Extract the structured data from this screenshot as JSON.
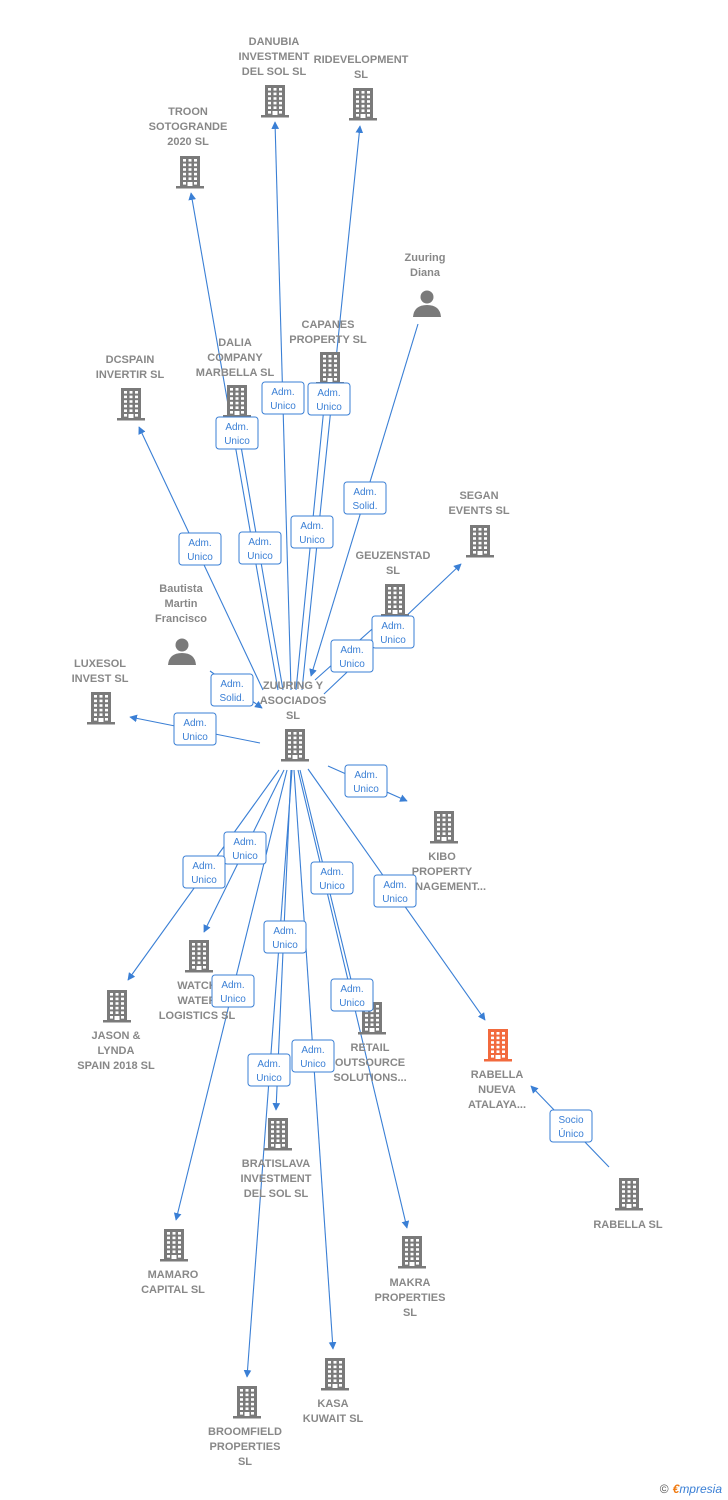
{
  "colors": {
    "edge": "#3a7fd5",
    "company": "#7a7a7a",
    "highlight": "#f26a3d",
    "person": "#7a7a7a",
    "label": "#888888"
  },
  "nodes": [
    {
      "id": "zuuring",
      "type": "company",
      "label": [
        "ZUURING Y",
        "ASOCIADOS",
        "SL"
      ],
      "icon": "building-icon"
    },
    {
      "id": "danubia",
      "type": "company",
      "label": [
        "DANUBIA",
        "INVESTMENT",
        "DEL SOL  SL"
      ],
      "icon": "building-icon"
    },
    {
      "id": "ridevelopment",
      "type": "company",
      "label": [
        "RIDEVELOPMENT",
        "SL"
      ],
      "icon": "building-icon"
    },
    {
      "id": "troon",
      "type": "company",
      "label": [
        "TROON",
        "SOTOGRANDE",
        "2020  SL"
      ],
      "icon": "building-icon"
    },
    {
      "id": "zuuring_diana",
      "type": "person",
      "label": [
        "Zuuring",
        "Diana"
      ],
      "icon": "person-icon"
    },
    {
      "id": "capanes",
      "type": "company",
      "label": [
        "CAPANES",
        "PROPERTY  SL"
      ],
      "icon": "building-icon"
    },
    {
      "id": "dalia",
      "type": "company",
      "label": [
        "DALIA",
        "COMPANY",
        "MARBELLA  SL"
      ],
      "icon": "building-icon"
    },
    {
      "id": "dcspain",
      "type": "company",
      "label": [
        "DCSPAIN",
        "INVERTIR  SL"
      ],
      "icon": "building-icon"
    },
    {
      "id": "segan",
      "type": "company",
      "label": [
        "SEGAN",
        "EVENTS  SL"
      ],
      "icon": "building-icon"
    },
    {
      "id": "geuzenstad",
      "type": "company",
      "label": [
        "GEUZENSTAD",
        "SL"
      ],
      "icon": "building-icon"
    },
    {
      "id": "bautista",
      "type": "person",
      "label": [
        "Bautista",
        "Martin",
        "Francisco"
      ],
      "icon": "person-icon"
    },
    {
      "id": "luxesol",
      "type": "company",
      "label": [
        "LUXESOL",
        "INVEST  SL"
      ],
      "icon": "building-icon"
    },
    {
      "id": "kibo",
      "type": "company",
      "label": [
        "KIBO",
        "PROPERTY",
        "MANAGEMENT..."
      ],
      "icon": "building-icon"
    },
    {
      "id": "watch",
      "type": "company",
      "label": [
        "WATCH",
        "WATER",
        "LOGISTICS  SL"
      ],
      "icon": "building-icon"
    },
    {
      "id": "jason",
      "type": "company",
      "label": [
        "JASON &",
        "LYNDA",
        "SPAIN 2018  SL"
      ],
      "icon": "building-icon"
    },
    {
      "id": "retail",
      "type": "company",
      "label": [
        "RETAIL",
        "OUTSOURCE",
        "SOLUTIONS..."
      ],
      "icon": "building-icon"
    },
    {
      "id": "rabella_nueva",
      "type": "highlight",
      "label": [
        "RABELLA",
        "NUEVA",
        "ATALAYA..."
      ],
      "icon": "building-icon"
    },
    {
      "id": "bratislava",
      "type": "company",
      "label": [
        "BRATISLAVA",
        "INVESTMENT",
        "DEL SOL  SL"
      ],
      "icon": "building-icon"
    },
    {
      "id": "rabella",
      "type": "company",
      "label": [
        "RABELLA  SL"
      ],
      "icon": "building-icon"
    },
    {
      "id": "mamaro",
      "type": "company",
      "label": [
        "MAMARO",
        "CAPITAL  SL"
      ],
      "icon": "building-icon"
    },
    {
      "id": "makra",
      "type": "company",
      "label": [
        "MAKRA",
        "PROPERTIES",
        "SL"
      ],
      "icon": "building-icon"
    },
    {
      "id": "kasa",
      "type": "company",
      "label": [
        "KASA",
        "KUWAIT  SL"
      ],
      "icon": "building-icon"
    },
    {
      "id": "broomfield",
      "type": "company",
      "label": [
        "BROOMFIELD",
        "PROPERTIES",
        "SL"
      ],
      "icon": "building-icon"
    }
  ],
  "edges": [
    {
      "from": "zuuring",
      "to": "danubia",
      "label": [
        "Adm.",
        "Unico"
      ]
    },
    {
      "from": "zuuring",
      "to": "ridevelopment",
      "label": [
        "Adm.",
        "Unico"
      ]
    },
    {
      "from": "zuuring",
      "to": "troon",
      "label": [
        "Adm.",
        "Unico"
      ]
    },
    {
      "from": "zuuring_diana",
      "to": "zuuring",
      "label": [
        "Adm.",
        "Solid."
      ]
    },
    {
      "from": "zuuring",
      "to": "capanes",
      "label": [
        "Adm.",
        "Unico"
      ]
    },
    {
      "from": "zuuring",
      "to": "dalia",
      "label": [
        "Adm.",
        "Unico"
      ]
    },
    {
      "from": "zuuring",
      "to": "dcspain",
      "label": [
        "Adm.",
        "Unico"
      ]
    },
    {
      "from": "zuuring",
      "to": "segan",
      "label": [
        "Adm.",
        "Unico"
      ]
    },
    {
      "from": "zuuring",
      "to": "geuzenstad",
      "label": [
        "Adm.",
        "Unico"
      ]
    },
    {
      "from": "bautista",
      "to": "zuuring",
      "label": [
        "Adm.",
        "Solid."
      ]
    },
    {
      "from": "zuuring",
      "to": "luxesol",
      "label": [
        "Adm.",
        "Unico"
      ]
    },
    {
      "from": "zuuring",
      "to": "kibo",
      "label": [
        "Adm.",
        "Unico"
      ]
    },
    {
      "from": "zuuring",
      "to": "watch",
      "label": [
        "Adm.",
        "Unico"
      ]
    },
    {
      "from": "zuuring",
      "to": "jason",
      "label": [
        "Adm.",
        "Unico"
      ]
    },
    {
      "from": "zuuring",
      "to": "retail",
      "label": [
        "Adm.",
        "Unico"
      ]
    },
    {
      "from": "zuuring",
      "to": "rabella_nueva",
      "label": [
        "Adm.",
        "Unico"
      ]
    },
    {
      "from": "zuuring",
      "to": "bratislava",
      "label": [
        "Adm.",
        "Unico"
      ]
    },
    {
      "from": "rabella",
      "to": "rabella_nueva",
      "label": [
        "Socio",
        "Único"
      ]
    },
    {
      "from": "zuuring",
      "to": "mamaro",
      "label": [
        "Adm.",
        "Unico"
      ]
    },
    {
      "from": "zuuring",
      "to": "makra",
      "label": [
        "Adm.",
        "Unico"
      ]
    },
    {
      "from": "zuuring",
      "to": "kasa",
      "label": [
        "Adm.",
        "Unico"
      ]
    },
    {
      "from": "zuuring",
      "to": "broomfield",
      "label": [
        "Adm.",
        "Unico"
      ]
    }
  ],
  "footer": {
    "copyright_symbol": "©",
    "brand_initial": "€",
    "brand_rest": "mpresia"
  }
}
